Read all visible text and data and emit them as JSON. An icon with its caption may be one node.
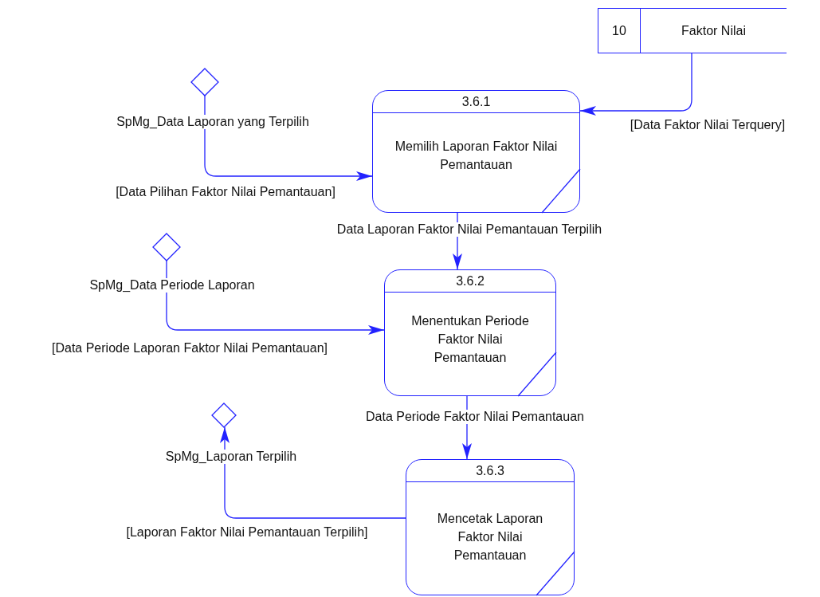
{
  "diagram": {
    "nodes": [
      {
        "text": [
          "10",
          "Faktor Nilai"
        ]
      },
      {
        "text": [],
        "shape": "diamond",
        "beside": [
          "SpMg_Data Laporan yang Terpilih"
        ]
      },
      {
        "text": [
          "3.6.1",
          "Memilih Laporan Faktor Nilai Pemantauan"
        ]
      },
      {
        "text": [],
        "shape": "diamond",
        "beside": [
          "SpMg_Data Periode Laporan"
        ]
      },
      {
        "text": [
          "3.6.2",
          "Menentukan Periode Faktor Nilai Pemantauan"
        ]
      },
      {
        "text": [],
        "shape": "diamond",
        "beside": [
          "SpMg_Laporan Terpilih"
        ]
      },
      {
        "text": [
          "3.6.3",
          "Mencetak Laporan Faktor Nilai Pemantauan"
        ]
      }
    ],
    "edges": [
      {
        "from": 0,
        "to": 2,
        "arrow": "to",
        "label": "[Data Faktor Nilai Terquery]"
      },
      {
        "from": 1,
        "to": 2,
        "arrow": "to",
        "label": "[Data Pilihan Faktor Nilai Pemantauan]"
      },
      {
        "from": 2,
        "to": 4,
        "arrow": "to",
        "label": "Data Laporan Faktor Nilai Pemantauan Terpilih"
      },
      {
        "from": 3,
        "to": 4,
        "arrow": "to",
        "label": "[Data Periode Laporan Faktor Nilai Pemantauan]"
      },
      {
        "from": 4,
        "to": 6,
        "arrow": "to",
        "label": "Data Periode Faktor Nilai Pemantauan"
      },
      {
        "from": 6,
        "to": 5,
        "arrow": "to",
        "label": "[Laporan Faktor Nilai Pemantauan Terpilih]"
      }
    ]
  }
}
